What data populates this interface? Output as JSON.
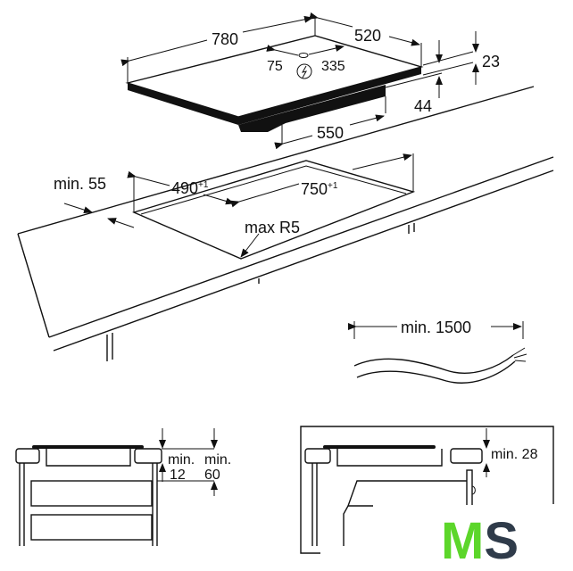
{
  "hob": {
    "width": "780",
    "depth": "520",
    "conn_left": "75",
    "conn_right": "335",
    "glass_thickness": "23",
    "body_height": "44",
    "body_width": "550"
  },
  "cutout": {
    "min_front": "min. 55",
    "depth": "490",
    "depth_tol": "+1",
    "width": "750",
    "width_tol": "+1",
    "radius": "max R5"
  },
  "cable": {
    "length": "min. 1500"
  },
  "section_left": {
    "min_label_a": "min.",
    "value_a": "12",
    "min_label_b": "min.",
    "value_b": "60"
  },
  "section_right": {
    "label": "min. 28"
  },
  "logo": {
    "text_m": "M",
    "text_s": "S",
    "color_m": "#5cd62a",
    "color_s": "#2f3b4a"
  }
}
